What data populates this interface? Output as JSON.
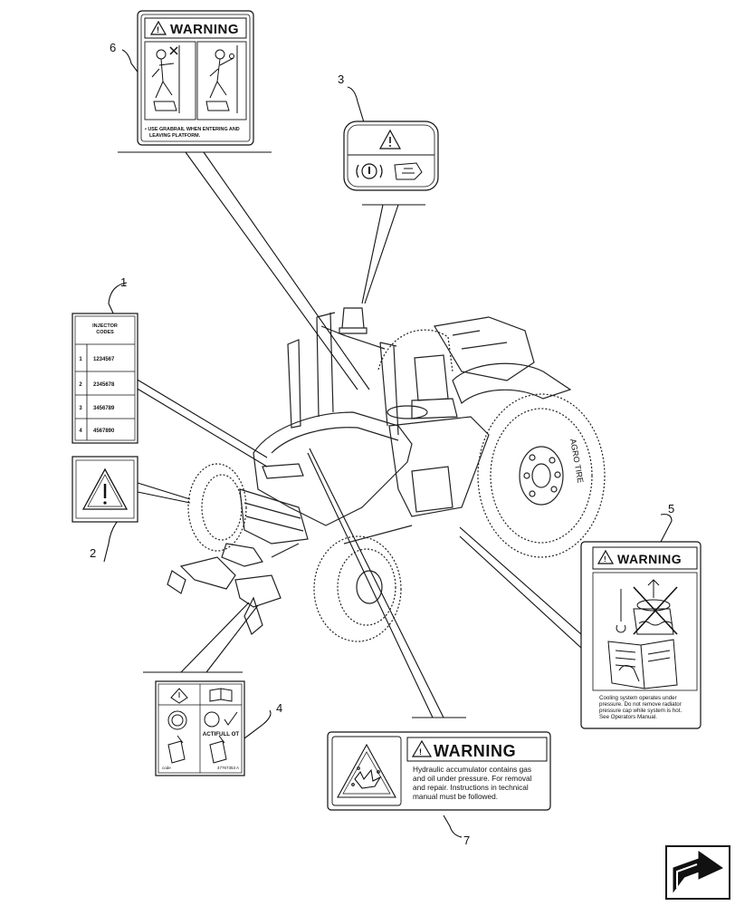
{
  "callouts": {
    "c1": "1",
    "c2": "2",
    "c3": "3",
    "c4": "4",
    "c5": "5",
    "c6": "6",
    "c7": "7"
  },
  "decal_6": {
    "header": "WARNING",
    "text_line1": "• USE GRABRAIL WHEN ENTERING AND",
    "text_line2": "LEAVING PLATFORM."
  },
  "decal_1": {
    "title_line1": "INJECTOR",
    "title_line2": "CODES",
    "rows": [
      {
        "index": "1",
        "code": "1234567"
      },
      {
        "index": "2",
        "code": "2345678"
      },
      {
        "index": "3",
        "code": "3456789"
      },
      {
        "index": "4",
        "code": "4567890"
      }
    ]
  },
  "decal_4": {
    "label": "ACTIFULL OT",
    "small_left": "code",
    "part_number": "47767353 A"
  },
  "decal_5": {
    "header": "WARNING",
    "line1": "Cooling system operates under",
    "line2": "pressure. Do not remove radiator",
    "line3": "pressure cap while system is hot.",
    "line4": "See Operators Manual."
  },
  "decal_7": {
    "header": "WARNING",
    "line1": "Hydraulic accumulator contains gas",
    "line2": "and oil under pressure. For removal",
    "line3": "and repair. Instructions in technical",
    "line4": "manual must be followed."
  },
  "tractor": {
    "tire_marking": "AGRO TIRE"
  }
}
